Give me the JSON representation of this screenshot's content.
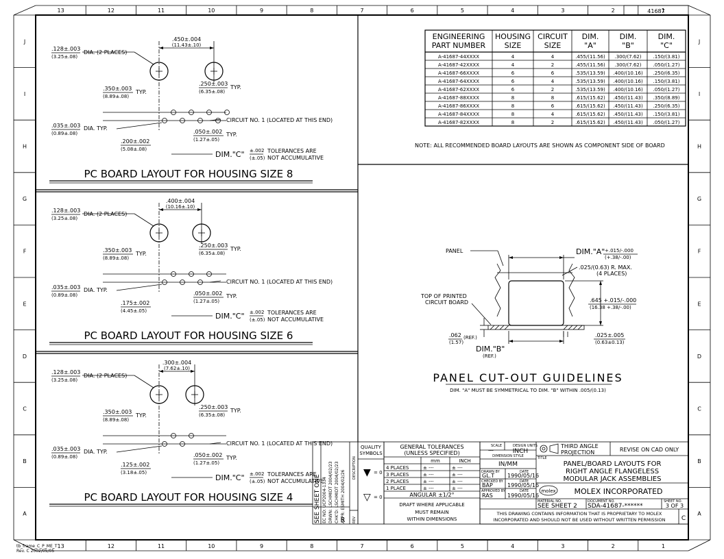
{
  "sheet_number_top": "41687",
  "zones_h": [
    "13",
    "12",
    "11",
    "10",
    "9",
    "8",
    "7",
    "6",
    "5",
    "4",
    "3",
    "2",
    "1"
  ],
  "zones_v": [
    "J",
    "I",
    "H",
    "G",
    "F",
    "E",
    "D",
    "C",
    "B",
    "A"
  ],
  "frame_id": "tb_frame_C_P_ME_T",
  "frame_rev": "Rev. C 2002/05/05",
  "layouts": [
    {
      "title": "PC BOARD LAYOUT FOR HOUSING SIZE 8",
      "hole_dia": ".128±.003",
      "hole_dia_mm": "(3.25±.08)",
      "hole_note": "DIA. (2 PLACES)",
      "peg_spacing": ".450±.004",
      "peg_spacing_mm": "(11.43±.10)",
      "row_offset": ".350±.003",
      "row_offset_mm": "(8.89±.08)",
      "typ": "TYP.",
      "row_pitch": ".250±.003",
      "row_pitch_mm": "(6.35±.08)",
      "pin_dia": ".035±.003",
      "pin_dia_mm": "(0.89±.08)",
      "pin_note": "DIA. TYP.",
      "pin_pitch": ".050±.002",
      "pin_pitch_mm": "(1.27±.05)",
      "pin_offset": ".200±.002",
      "pin_offset_mm": "(5.08±.08)",
      "circuit_note": "CIRCUIT NO. 1  (LOCATED AT THIS END)",
      "dim_c": "DIM.\"C\"",
      "tol": "±.002",
      "tol_mm": "(±.05)",
      "tol_note1": "TOLERANCES ARE",
      "tol_note2": "NOT ACCUMULATIVE"
    },
    {
      "title": "PC BOARD LAYOUT FOR HOUSING SIZE 6",
      "hole_dia": ".128±.003",
      "hole_dia_mm": "(3.25±.08)",
      "hole_note": "DIA. (2 PLACES)",
      "peg_spacing": ".400±.004",
      "peg_spacing_mm": "(10.16±.10)",
      "row_offset": ".350±.003",
      "row_offset_mm": "(8.89±.08)",
      "typ": "TYP.",
      "row_pitch": ".250±.003",
      "row_pitch_mm": "(6.35±.08)",
      "pin_dia": ".035±.003",
      "pin_dia_mm": "(0.89±.08)",
      "pin_note": "DIA. TYP.",
      "pin_pitch": ".050±.002",
      "pin_pitch_mm": "(1.27±.05)",
      "pin_offset": ".175±.002",
      "pin_offset_mm": "(4.45±.05)",
      "circuit_note": "CIRCUIT NO. 1  (LOCATED AT THIS END)",
      "dim_c": "DIM.\"C\"",
      "tol": "±.002",
      "tol_mm": "(±.05)",
      "tol_note1": "TOLERANCES ARE",
      "tol_note2": "NOT ACCUMULATIVE"
    },
    {
      "title": "PC BOARD LAYOUT FOR HOUSING SIZE 4",
      "hole_dia": ".128±.003",
      "hole_dia_mm": "(3.25±.08)",
      "hole_note": "DIA. (2 PLACES)",
      "peg_spacing": ".300±.004",
      "peg_spacing_mm": "(7.62±.10)",
      "row_offset": ".350±.003",
      "row_offset_mm": "(8.89±.08)",
      "typ": "TYP.",
      "row_pitch": ".250±.003",
      "row_pitch_mm": "(6.35±.08)",
      "pin_dia": ".035±.003",
      "pin_dia_mm": "(0.89±.08)",
      "pin_note": "DIA. TYP.",
      "pin_pitch": ".050±.002",
      "pin_pitch_mm": "(1.27±.05)",
      "pin_offset": ".125±.002",
      "pin_offset_mm": "(3.18±.05)",
      "circuit_note": "CIRCUIT NO. 1  (LOCATED AT THIS END)",
      "dim_c": "DIM.\"C\"",
      "tol": "±.002",
      "tol_mm": "(±.05)",
      "tol_note1": "TOLERANCES ARE",
      "tol_note2": "NOT ACCUMULATIVE"
    }
  ],
  "table": {
    "headers": [
      [
        "ENGINEERING",
        "PART NUMBER"
      ],
      [
        "HOUSING",
        "SIZE"
      ],
      [
        "CIRCUIT",
        "SIZE"
      ],
      [
        "DIM.",
        "\"A\""
      ],
      [
        "DIM.",
        "\"B\""
      ],
      [
        "DIM.",
        "\"C\""
      ]
    ],
    "rows": [
      [
        "A-41687-44XXXX",
        "4",
        "4",
        ".455/(11.56)",
        ".300/(7.62)",
        ".150/(3.81)"
      ],
      [
        "A-41687-42XXXX",
        "4",
        "2",
        ".455/(11.56)",
        ".300/(7.62)",
        ".050/(1.27)"
      ],
      [
        "A-41687-66XXXX",
        "6",
        "6",
        ".535/(13.59)",
        ".400/(10.16)",
        ".250/(6.35)"
      ],
      [
        "A-41687-64XXXX",
        "6",
        "4",
        ".535/(13.59)",
        ".400/(10.16)",
        ".150/(3.81)"
      ],
      [
        "A-41687-62XXXX",
        "6",
        "2",
        ".535/(13.59)",
        ".400/(10.16)",
        ".050/(1.27)"
      ],
      [
        "A-41687-88XXXX",
        "8",
        "8",
        ".615/(15.62)",
        ".450/(11.43)",
        ".350/(8.89)"
      ],
      [
        "A-41687-86XXXX",
        "8",
        "6",
        ".615/(15.62)",
        ".450/(11.43)",
        ".250/(6.35)"
      ],
      [
        "A-41687-84XXXX",
        "8",
        "4",
        ".615/(15.62)",
        ".450/(11.43)",
        ".150/(3.81)"
      ],
      [
        "A-41687-82XXXX",
        "8",
        "2",
        ".615/(15.62)",
        ".450/(11.43)",
        ".050/(1.27)"
      ]
    ],
    "note": "NOTE:  ALL RECOMMENDED BOARD LAYOUTS ARE SHOWN AS COMPONENT SIDE OF BOARD"
  },
  "cutout": {
    "title": "PANEL CUT-OUT GUIDELINES",
    "subtitle": "DIM. \"A\"  MUST BE SYMMETRICAL TO DIM. \"B\"  WITHIN .005/(0.13)",
    "panel": "PANEL",
    "dim_a": "DIM.\"A\"",
    "dim_a_tol1": "+.015/-.000",
    "dim_a_tol2": "(+.38/-.00)",
    "radius": ".025/(0.63) R. MAX.",
    "radius2": "(4 PLACES)",
    "top_pcb1": "TOP OF PRINTED",
    "top_pcb2": "CIRCUIT BOARD",
    "height": ".645 +.015/-.000",
    "height_mm": "(16.38 +.38/-.00)",
    "ref1": ".062",
    "ref1_mm": "(1.57)",
    "ref1_note": "(REF.)",
    "dim_b": "DIM.\"B\"",
    "dim_b_ref": "(REF.)",
    "gap": ".025±.005",
    "gap_mm": "(0.63±0.13)"
  },
  "revision_block": {
    "title": "SEE SHEET ONE",
    "lines": [
      "EC NO: UCP2004-1334",
      "DRWN: LSCHMIDT 2004/02/23",
      "CHK'D: LSCHMIDT 2004/02/23",
      "APPR: ESMITH  2004/02/26"
    ],
    "desc": "DESCRIPTION",
    "rev": "REV",
    "rev_letter": "R"
  },
  "quality": {
    "label1": "QUALITY",
    "label2": "SYMBOLS",
    "sym1": "▼",
    "sym1_val": "= 0",
    "sym2": "▽",
    "sym2_val": "= 0"
  },
  "tolerances": {
    "title1": "GENERAL  TOLERANCES",
    "title2": "(UNLESS  SPECIFIED)",
    "mm": "mm",
    "inch": "INCH",
    "rows": [
      "4  PLACES",
      "3  PLACES",
      "2  PLACES",
      "1  PLACE"
    ],
    "plus": "±  ---",
    "angular": "ANGULAR  ±1/2°",
    "draft1": "DRAFT WHERE APPLICABLE",
    "draft2": "MUST  REMAIN",
    "draft3": "WITHIN  DIMENSIONS"
  },
  "titleblock": {
    "scale_label": "SCALE",
    "scale": "---",
    "units_label": "DESIGN UNITS",
    "units": "INCH",
    "dim_style_label": "DIMENSION STYLE",
    "dim_style": "IN/MM",
    "drawn_label": "DRAWN BY",
    "drawn": "GL.T",
    "drawn_date_label": "DATE",
    "drawn_date": "1990/05/16",
    "checked_label": "CHECKED BY",
    "checked": "BAP",
    "checked_date": "1990/05/16",
    "approved_label": "APPROVED BY",
    "approved": "RAS",
    "approved_date": "1990/05/16",
    "projection": "THIRD ANGLE",
    "projection2": "PROJECTION",
    "revise": "REVISE ON CAD ONLY",
    "title_label": "TITLE",
    "title1": "PANEL/BOARD LAYOUTS FOR",
    "title2": "RIGHT ANGLE FLANGELESS",
    "title3": "MODULAR JACK ASSEMBLIES",
    "molex_logo": "molex",
    "company": "MOLEX  INCORPORATED",
    "material_label": "MATERIAL NO.",
    "material": "SEE  SHEET  2",
    "document_label": "DOCUMENT NO.",
    "document": "SDA-41687-******",
    "sheet_label": "SHEET NO.",
    "sheet": "3  OF  3",
    "proprietary1": "THIS DRAWING CONTAINS INFORMATION THAT IS PROPRIETARY TO MOLEX",
    "proprietary2": "INCORPORATED AND SHOULD NOT BE USED WITHOUT WRITTEN PERMISSION",
    "size": "C"
  }
}
